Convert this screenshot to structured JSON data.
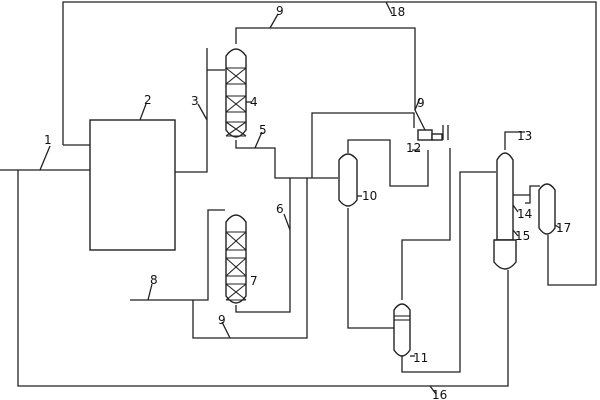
{
  "diagram": {
    "labels": {
      "n1": "1",
      "n2": "2",
      "n3": "3",
      "n4": "4",
      "n5": "5",
      "n6": "6",
      "n7": "7",
      "n8": "8",
      "n9_top": "9",
      "n9_mid": "9",
      "n9_bottom": "9",
      "n10": "10",
      "n11": "11",
      "n12": "12",
      "n13": "13",
      "n14": "14",
      "n15": "15",
      "n16": "16",
      "n17": "17",
      "n18": "18"
    }
  }
}
